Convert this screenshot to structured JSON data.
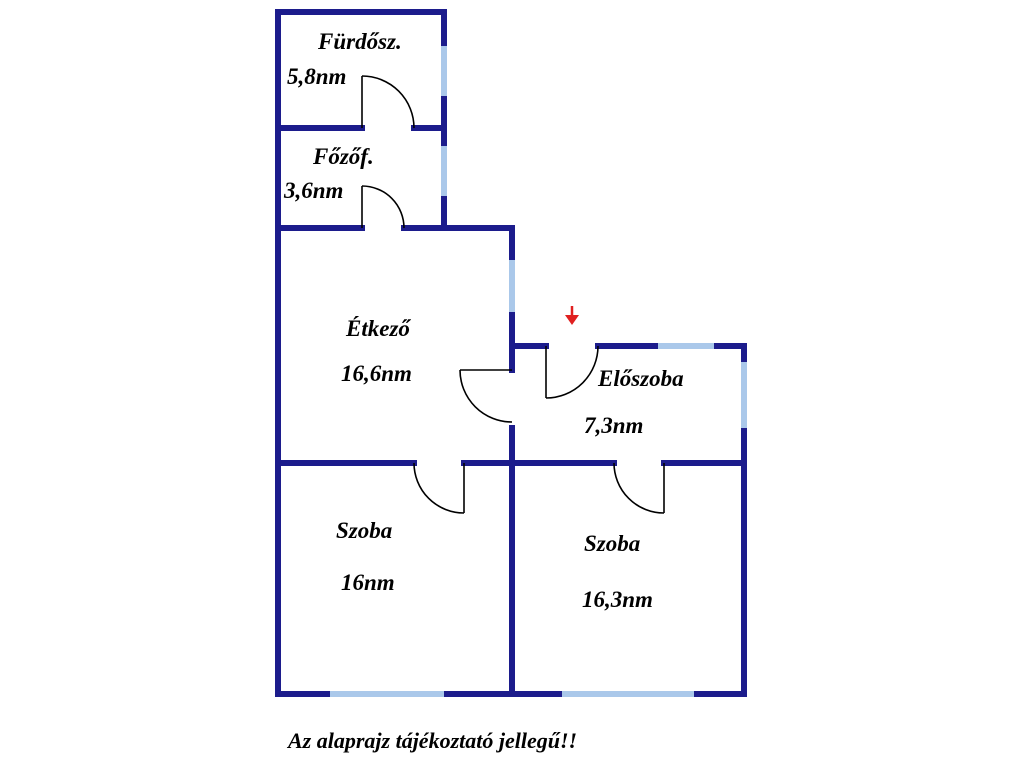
{
  "colors": {
    "wall": "#1c1c8c",
    "window": "#aac8ea",
    "door_line": "#000000",
    "entrance_arrow": "#e02020"
  },
  "rooms": [
    {
      "name": "Fürdősz.",
      "area": "5,8nm"
    },
    {
      "name": "Főzőf.",
      "area": "3,6nm"
    },
    {
      "name": "Étkező",
      "area": "16,6nm"
    },
    {
      "name": "Előszoba",
      "area": "7,3nm"
    },
    {
      "name": "Szoba",
      "area": "16nm"
    },
    {
      "name": "Szoba",
      "area": "16,3nm"
    }
  ],
  "caption": "Az alaprajz tájékoztató jellegű!!",
  "icons": {
    "entrance": "entrance-arrow-icon"
  }
}
